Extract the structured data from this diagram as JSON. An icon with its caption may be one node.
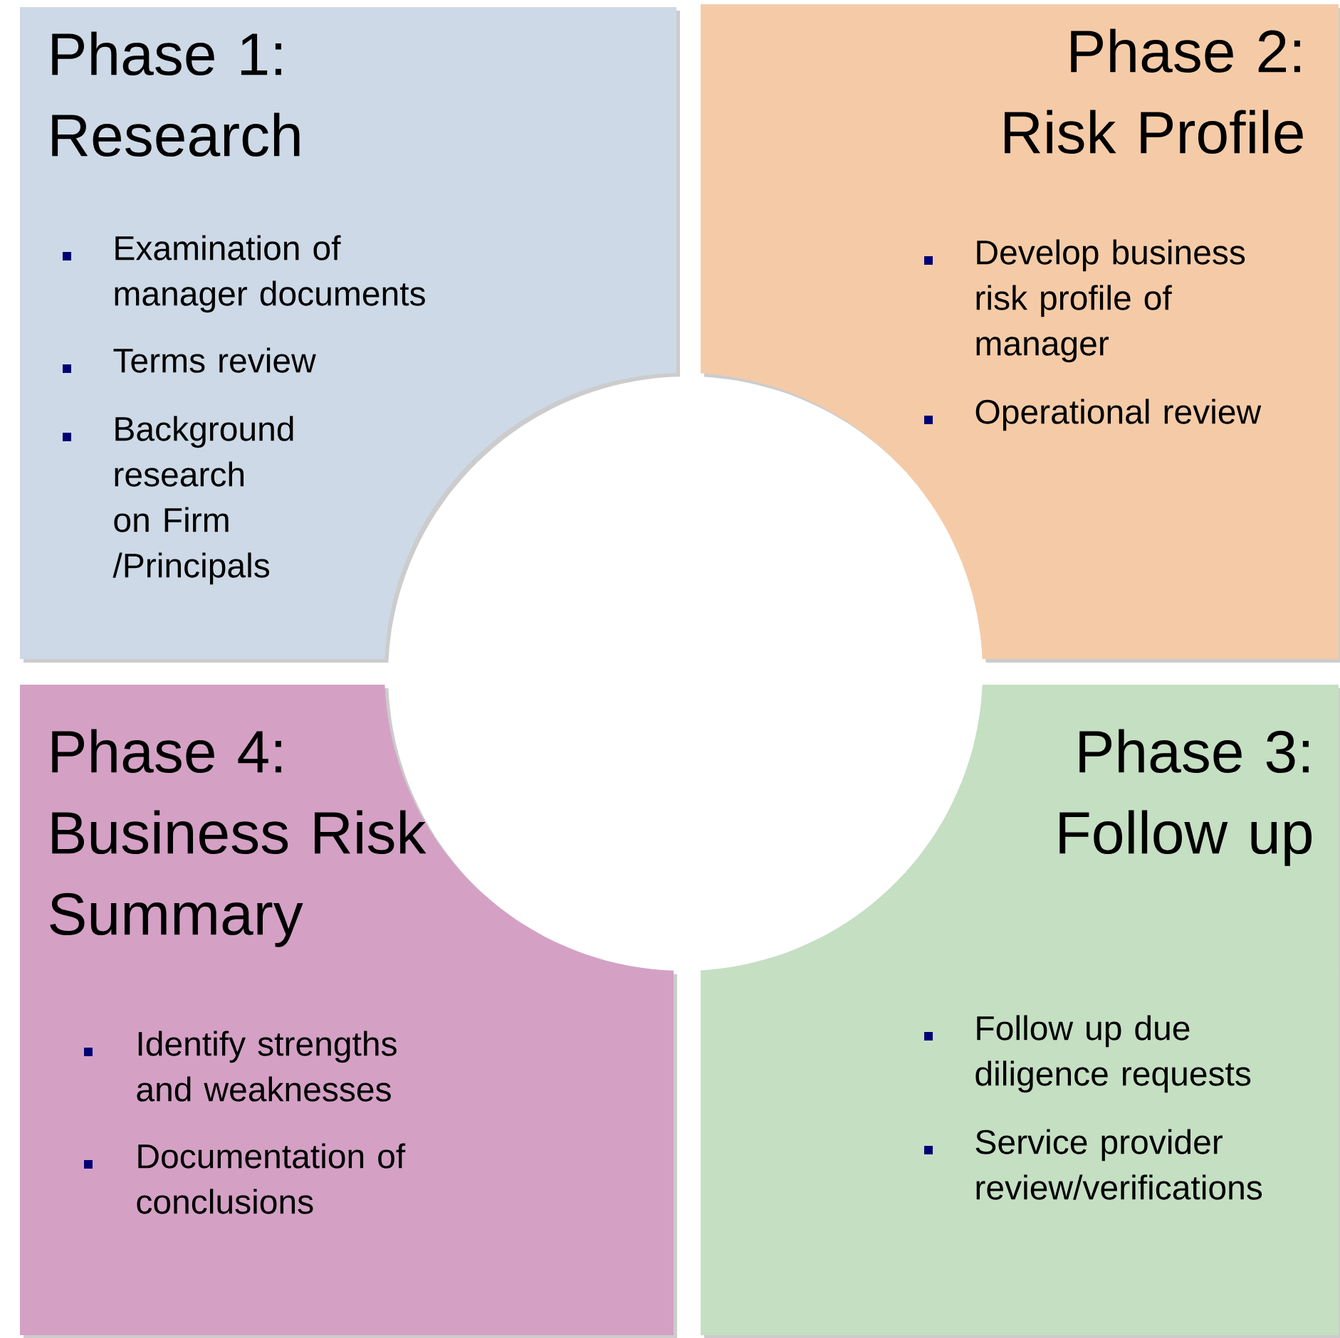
{
  "diagram": {
    "nodes": [
      {
        "text": [
          "Phase 1: Research",
          "Examination of manager documents",
          "Terms review",
          "Background research on Firm /Principals"
        ]
      },
      {
        "text": [
          "Phase 2: Risk Profile",
          "Develop business risk profile of manager",
          "Operational review"
        ]
      },
      {
        "text": [
          "Phase 4: Business Risk Summary",
          "Identify strengths and weaknesses",
          "Documentation of conclusions"
        ]
      },
      {
        "text": [
          "Phase 3: Follow up",
          "Follow up due diligence requests",
          "Service provider review/verifications"
        ]
      }
    ]
  }
}
